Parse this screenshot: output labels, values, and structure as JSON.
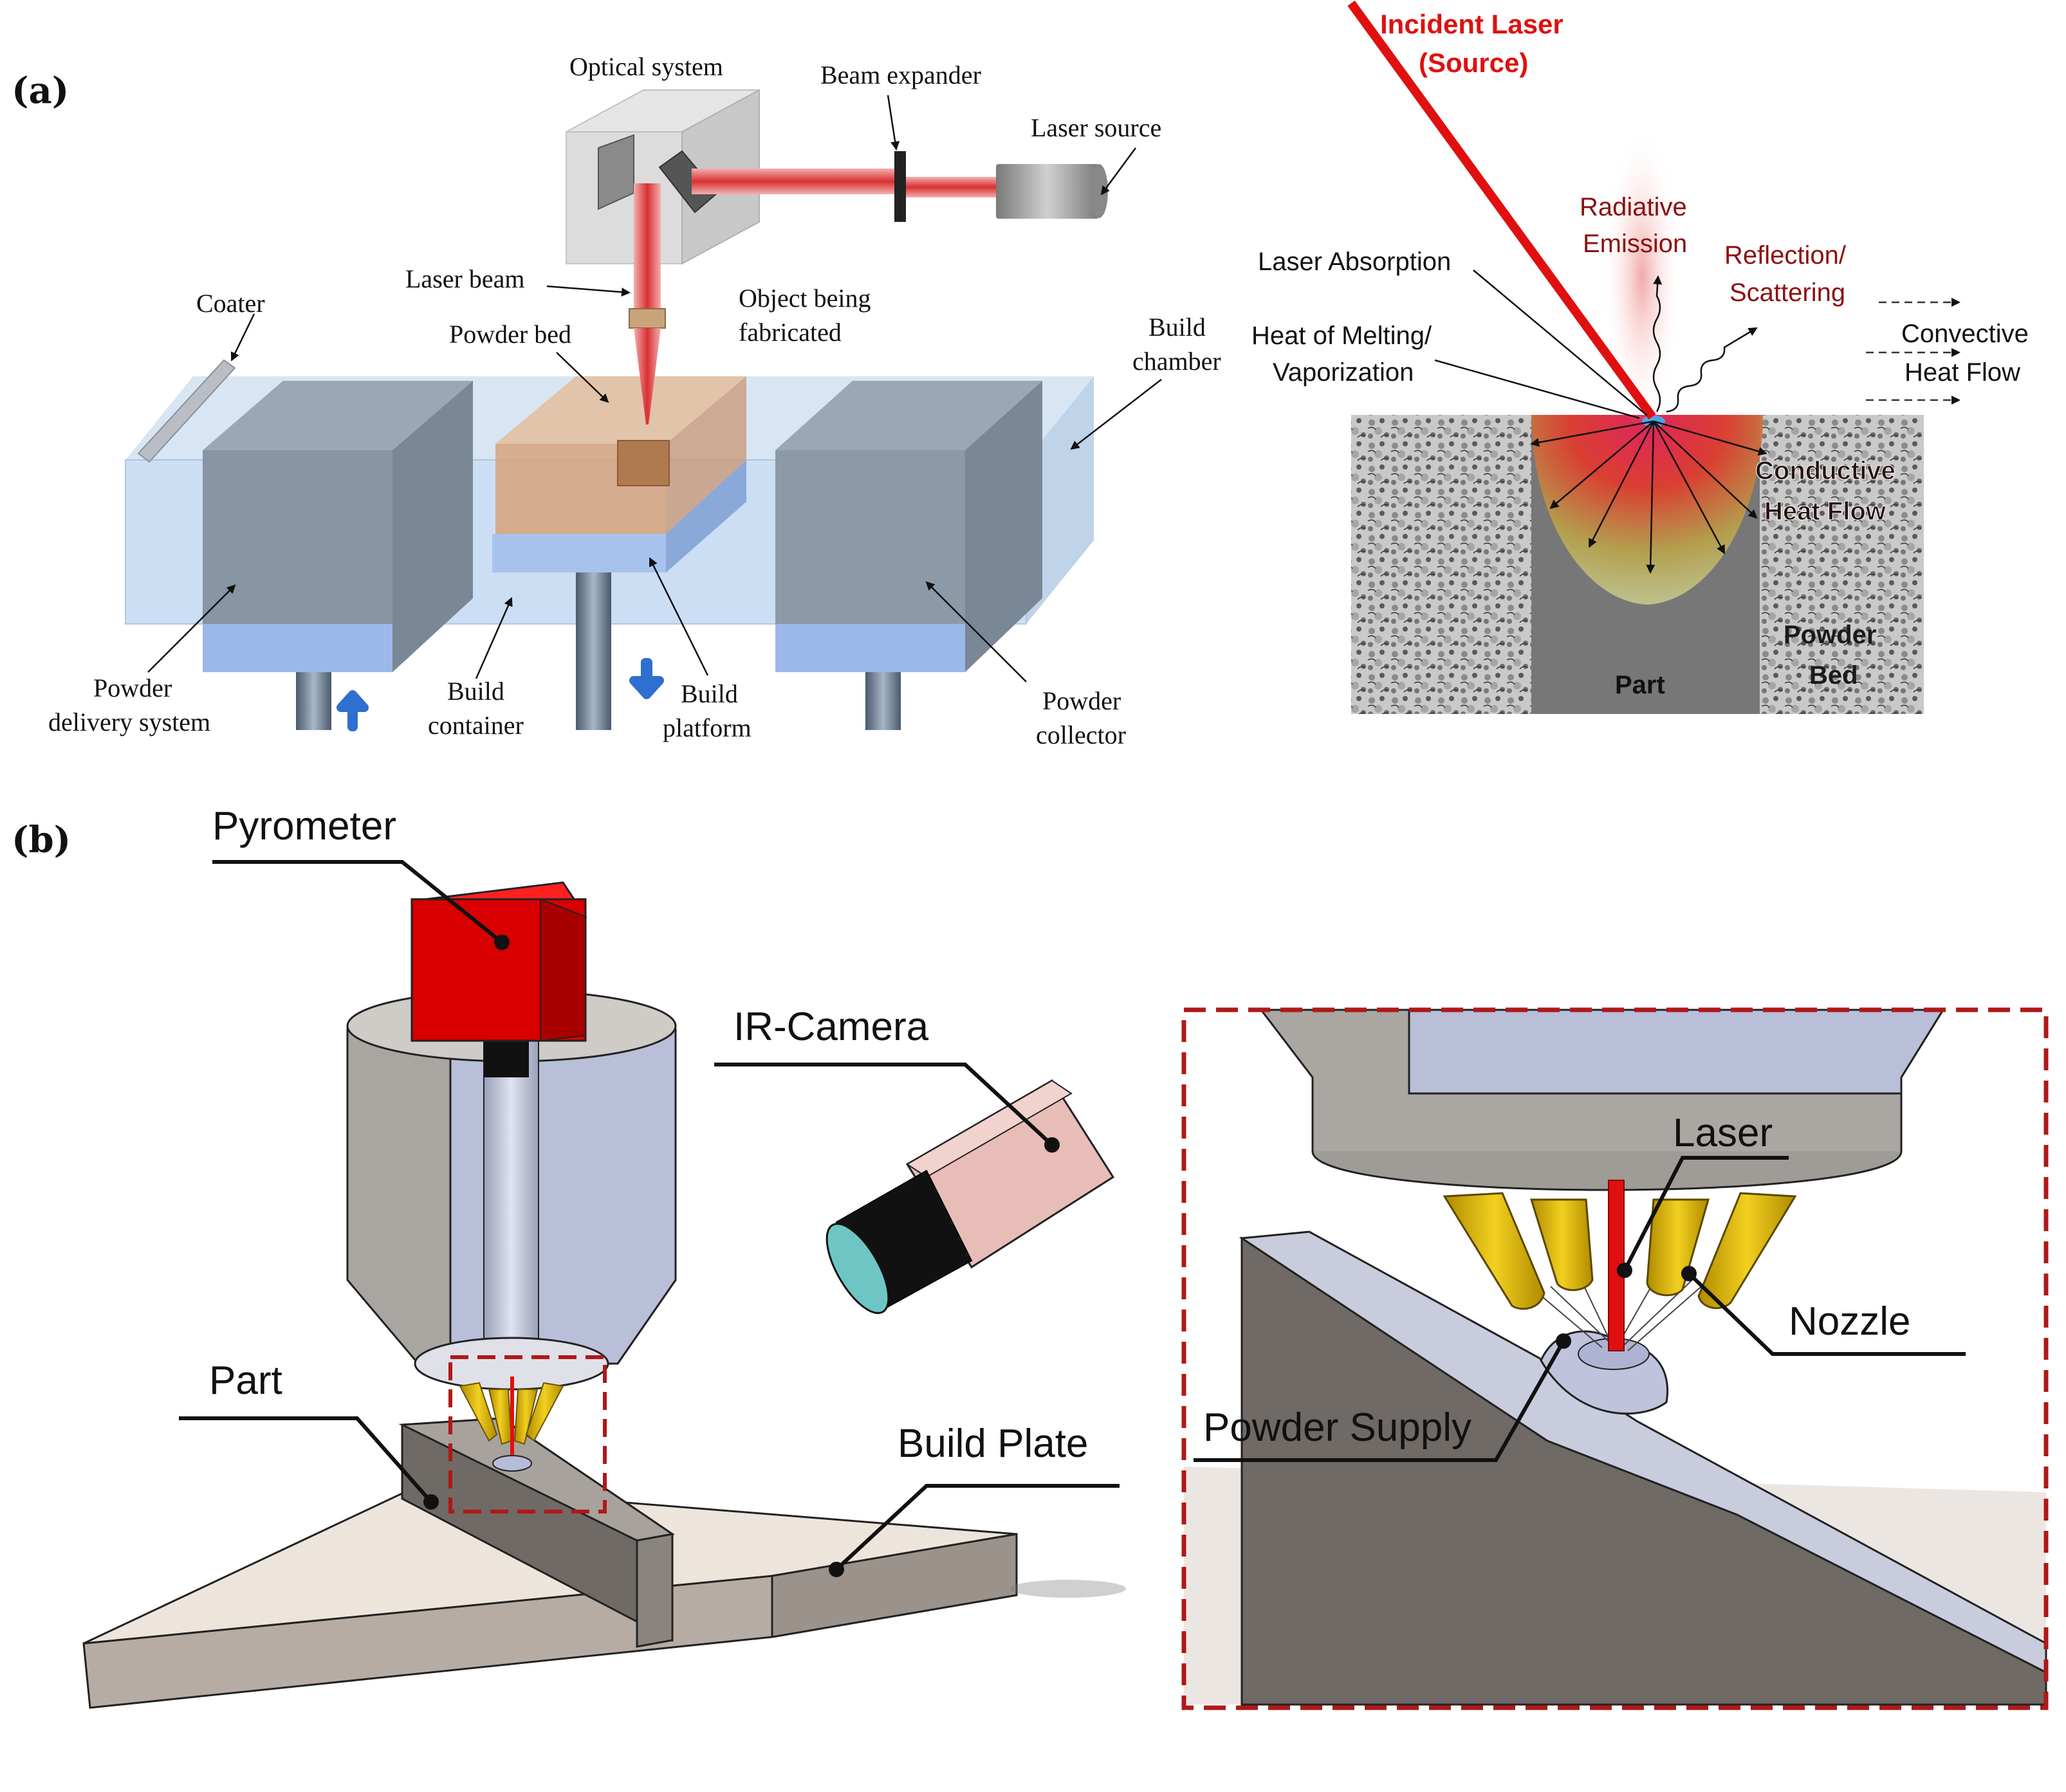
{
  "panels": {
    "a": "(a)",
    "b": "(b)"
  },
  "pbf": {
    "optical_system": "Optical system",
    "beam_expander": "Beam expander",
    "laser_source": "Laser source",
    "laser_beam": "Laser beam",
    "object_line1": "Object being",
    "object_line2": "fabricated",
    "coater": "Coater",
    "powder_bed": "Powder bed",
    "build_chamber_line1": "Build",
    "build_chamber_line2": "chamber",
    "powder_delivery_line1": "Powder",
    "powder_delivery_line2": "delivery system",
    "build_container_line1": "Build",
    "build_container_line2": "container",
    "build_platform_line1": "Build",
    "build_platform_line2": "platform",
    "powder_collector_line1": "Powder",
    "powder_collector_line2": "collector"
  },
  "melt": {
    "incident_line1": "Incident Laser",
    "incident_line2": "(Source)",
    "radiative_line1": "Radiative",
    "radiative_line2": "Emission",
    "reflection_line1": "Reflection/",
    "reflection_line2": "Scattering",
    "laser_absorption": "Laser Absorption",
    "heat_melting_line1": "Heat of Melting/",
    "heat_melting_line2": "Vaporization",
    "convective_line1": "Convective",
    "convective_line2": "Heat Flow",
    "conductive_line1": "Conductive",
    "conductive_line2": "Heat Flow",
    "powder_bed_line1": "Powder",
    "powder_bed_line2": "Bed",
    "part": "Part"
  },
  "ded": {
    "pyrometer": "Pyrometer",
    "ir_camera": "IR-Camera",
    "part": "Part",
    "build_plate": "Build Plate",
    "laser": "Laser",
    "nozzle": "Nozzle",
    "powder_supply": "Powder Supply"
  },
  "colors": {
    "laser_red": "#e01010",
    "pyrometer_red": "#d80000",
    "dashed_box": "#b01818",
    "melt_label": "#8b1010"
  }
}
